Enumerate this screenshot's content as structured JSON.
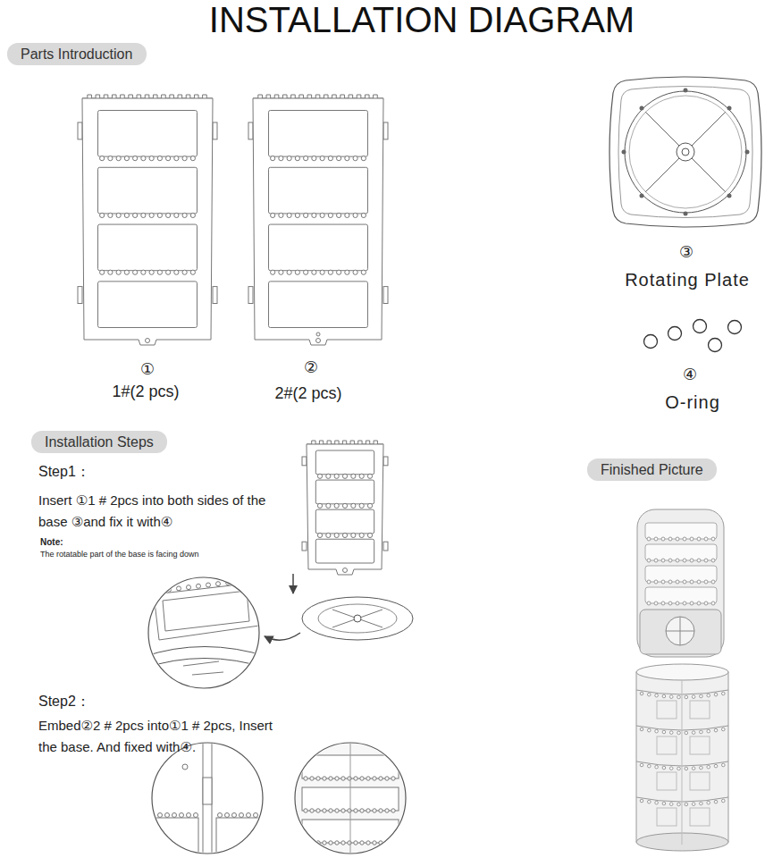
{
  "diagram": {
    "title": "INSTALLATION DIAGRAM",
    "nodes": [
      {
        "text": [
          "Parts Introduction"
        ]
      },
      {
        "text": [
          "Installation Steps"
        ]
      },
      {
        "text": [
          "Finished Picture"
        ]
      }
    ],
    "labels": [
      "①",
      "1#(2 pcs)",
      "②",
      "2#(2 pcs)",
      "③",
      "Rotating Plate",
      "④",
      "O-ring",
      "Step1：",
      "Insert ①1 # 2pcs into both sides of the base ③and fix it with④",
      "Note:",
      "The rotatable part of the base is facing down",
      "Step2：",
      "Embed②2 # 2pcs into①1 # 2pcs, Insert the base. And fixed with④."
    ]
  }
}
